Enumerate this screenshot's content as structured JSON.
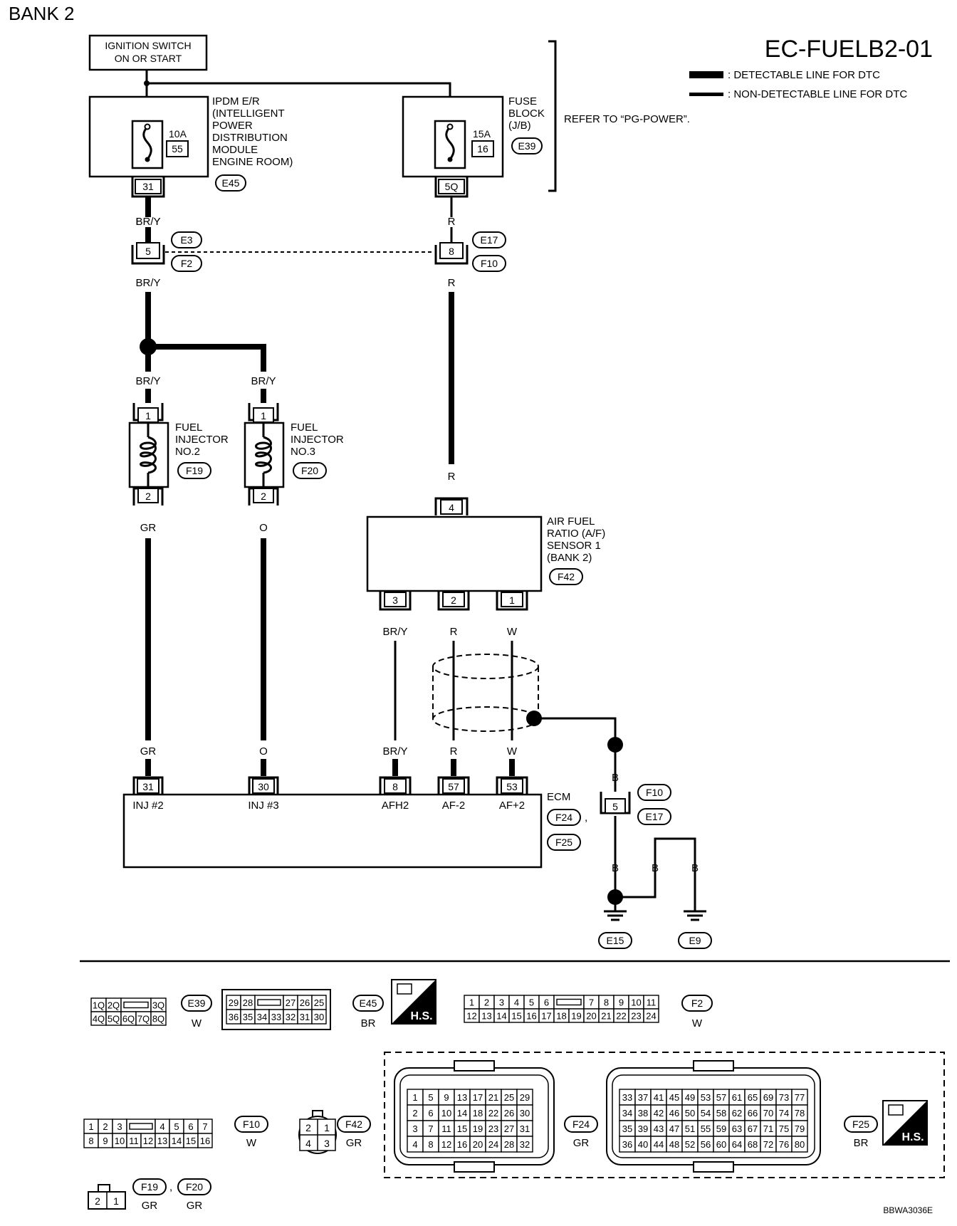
{
  "bank": "BANK 2",
  "code": "EC-FUELB2-01",
  "legend": {
    "detectable": ": DETECTABLE LINE FOR DTC",
    "nondetectable": ": NON-DETECTABLE LINE FOR DTC"
  },
  "refer": "REFER TO “PG-POWER”.",
  "ignition": [
    "IGNITION SWITCH",
    "ON OR START"
  ],
  "ipdm": {
    "lines": [
      "IPDM E/R",
      "(INTELLIGENT",
      "POWER",
      "DISTRIBUTION",
      "MODULE",
      "ENGINE ROOM)"
    ],
    "fuse_amp": "10A",
    "fuse_no": "55",
    "terminal": "31",
    "connector": "E45"
  },
  "fuse_block": {
    "lines": [
      "FUSE",
      "BLOCK",
      "(J/B)"
    ],
    "fuse_amp": "15A",
    "fuse_no": "16",
    "terminal": "5Q",
    "connector": "E39"
  },
  "joint_conn": {
    "left_pin": "5",
    "left_top": "E3",
    "left_bottom": "F2",
    "right_pin": "8",
    "right_top": "E17",
    "right_bottom": "F10"
  },
  "wire_colors": {
    "bry": "BR/Y",
    "r": "R",
    "gr": "GR",
    "o": "O",
    "w": "W",
    "b": "B"
  },
  "inj2": {
    "lines": [
      "FUEL",
      "INJECTOR",
      "NO.2"
    ],
    "connector": "F19",
    "pin1": "1",
    "pin2": "2"
  },
  "inj3": {
    "lines": [
      "FUEL",
      "INJECTOR",
      "NO.3"
    ],
    "connector": "F20",
    "pin1": "1",
    "pin2": "2"
  },
  "af_sensor": {
    "lines": [
      "AIR FUEL",
      "RATIO (A/F)",
      "SENSOR 1",
      "(BANK 2)"
    ],
    "connector": "F42",
    "pin_top": "4",
    "pins": [
      "3",
      "2",
      "1"
    ]
  },
  "ecm": {
    "label": "ECM",
    "conn1": "F24",
    "sep": ",",
    "conn2": "F25",
    "pins": [
      "31",
      "30",
      "8",
      "57",
      "53"
    ],
    "terms": [
      "INJ #2",
      "INJ #3",
      "AFH2",
      "AF-2",
      "AF+2"
    ]
  },
  "ground_conn": {
    "pin": "5",
    "top": "F10",
    "bottom": "E17"
  },
  "grounds": [
    "E15",
    "E9"
  ],
  "connectors": {
    "e39": {
      "id": "E39",
      "color": "W",
      "row1": [
        "1Q",
        "2Q",
        "",
        "3Q"
      ],
      "row2": [
        "4Q",
        "5Q",
        "6Q",
        "7Q",
        "8Q"
      ]
    },
    "e45": {
      "id": "E45",
      "color": "BR",
      "row1": [
        "29",
        "28",
        "",
        "27",
        "26",
        "25"
      ],
      "row2": [
        "36",
        "35",
        "34",
        "33",
        "32",
        "31",
        "30"
      ]
    },
    "hs": "H.S.",
    "f2": {
      "id": "F2",
      "color": "W",
      "row1": [
        "1",
        "2",
        "3",
        "4",
        "5",
        "6",
        "",
        "7",
        "8",
        "9",
        "10",
        "11"
      ],
      "row2": [
        "12",
        "13",
        "14",
        "15",
        "16",
        "17",
        "18",
        "19",
        "20",
        "21",
        "22",
        "23",
        "24"
      ]
    },
    "f10": {
      "id": "F10",
      "color": "W",
      "row1": [
        "1",
        "2",
        "3",
        "",
        "4",
        "5",
        "6",
        "7"
      ],
      "row2": [
        "8",
        "9",
        "10",
        "11",
        "12",
        "13",
        "14",
        "15",
        "16"
      ]
    },
    "f42": {
      "id": "F42",
      "color": "GR",
      "pins": [
        "2",
        "1",
        "4",
        "3"
      ]
    },
    "f24": {
      "id": "F24",
      "color": "GR",
      "rows": [
        [
          "1",
          "5",
          "9",
          "13",
          "17",
          "21",
          "25",
          "29"
        ],
        [
          "2",
          "6",
          "10",
          "14",
          "18",
          "22",
          "26",
          "30"
        ],
        [
          "3",
          "7",
          "11",
          "15",
          "19",
          "23",
          "27",
          "31"
        ],
        [
          "4",
          "8",
          "12",
          "16",
          "20",
          "24",
          "28",
          "32"
        ]
      ]
    },
    "f25": {
      "id": "F25",
      "color": "BR",
      "rows": [
        [
          "33",
          "37",
          "41",
          "45",
          "49",
          "53",
          "57",
          "61",
          "65",
          "69",
          "73",
          "77"
        ],
        [
          "34",
          "38",
          "42",
          "46",
          "50",
          "54",
          "58",
          "62",
          "66",
          "70",
          "74",
          "78"
        ],
        [
          "35",
          "39",
          "43",
          "47",
          "51",
          "55",
          "59",
          "63",
          "67",
          "71",
          "75",
          "79"
        ],
        [
          "36",
          "40",
          "44",
          "48",
          "52",
          "56",
          "60",
          "64",
          "68",
          "72",
          "76",
          "80"
        ]
      ]
    },
    "f19f20": {
      "ids": [
        "F19",
        "F20"
      ],
      "sep": ",",
      "colors": [
        "GR",
        "GR"
      ],
      "pins": [
        "2",
        "1"
      ]
    }
  },
  "figure_id": "BBWA3036E"
}
